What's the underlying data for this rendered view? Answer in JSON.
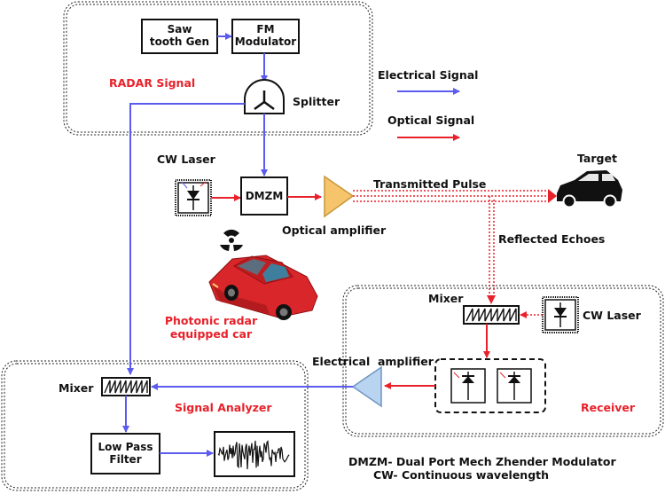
{
  "labels": {
    "sawtooth": "Saw\ntooth Gen",
    "fm_modulator": "FM\nModulator",
    "splitter": "Splitter",
    "radar_signal": "RADAR Signal",
    "electrical_signal": "Electrical Signal",
    "optical_signal": "Optical Signal",
    "cw_laser_tx": "CW Laser",
    "dmzm": "DMZM",
    "transmitted_pulse": "Transmitted Pulse",
    "target": "Target",
    "optical_amplifier": "Optical amplifier",
    "reflected_echoes": "Reflected Echoes",
    "photonic_car": "Photonic radar\nequipped car",
    "mixer_rx": "Mixer",
    "cw_laser_rx": "CW Laser",
    "electrical_amplifier": "Electrical  amplifier",
    "receiver": "Receiver",
    "mixer_analyzer": "Mixer",
    "signal_analyzer": "Signal Analyzer",
    "low_pass_filter": "Low Pass\nFilter",
    "footnote_1": "DMZM- Dual Port Mech Zhender Modulator",
    "footnote_2": "CW- Continuous wavelength"
  },
  "colors": {
    "electrical": "#5b5bf0",
    "optical": "#e8212a",
    "amplifier_optical": "#f5c46b",
    "amplifier_electrical": "#b9d4f0",
    "car_body": "#d9262a"
  }
}
